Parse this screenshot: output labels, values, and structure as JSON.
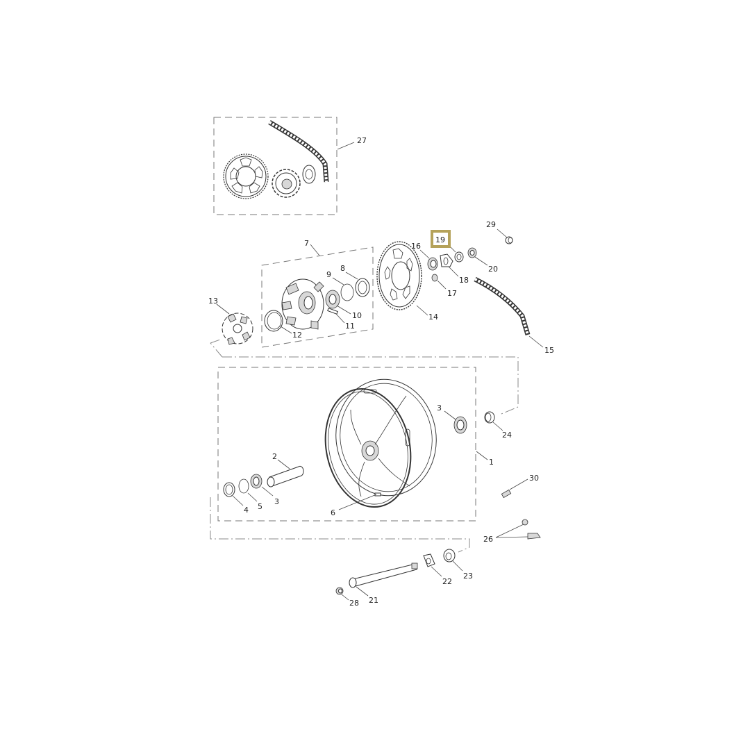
{
  "diagram": {
    "title": "Rear wheel, sprocket and final drive exploded parts diagram",
    "highlighted_part": "19",
    "highlight_color": "#b5a25a",
    "groups": [
      {
        "id": "kit-27",
        "label": "27",
        "contents": [
          "rear sprocket",
          "front sprocket",
          "washer",
          "drive chain"
        ]
      },
      {
        "id": "hub-7",
        "label": "7",
        "contents": [
          "8",
          "9",
          "10",
          "11",
          "12"
        ]
      },
      {
        "id": "wheel-1",
        "label": "1",
        "contents": [
          "2",
          "3",
          "4",
          "5",
          "6",
          "3"
        ]
      }
    ],
    "callouts": [
      {
        "num": "1",
        "part": "rear wheel assembly"
      },
      {
        "num": "2",
        "part": "spacer tube"
      },
      {
        "num": "3",
        "part": "bearing"
      },
      {
        "num": "3",
        "part": "bearing"
      },
      {
        "num": "4",
        "part": "seal"
      },
      {
        "num": "5",
        "part": "circlip"
      },
      {
        "num": "6",
        "part": "balance weight"
      },
      {
        "num": "7",
        "part": "sprocket carrier assembly"
      },
      {
        "num": "8",
        "part": "seal"
      },
      {
        "num": "9",
        "part": "circlip"
      },
      {
        "num": "10",
        "part": "bearing"
      },
      {
        "num": "11",
        "part": "dowel"
      },
      {
        "num": "12",
        "part": "o-ring"
      },
      {
        "num": "13",
        "part": "cush drive rubbers"
      },
      {
        "num": "14",
        "part": "rear sprocket"
      },
      {
        "num": "15",
        "part": "drive chain"
      },
      {
        "num": "16",
        "part": "spacer"
      },
      {
        "num": "17",
        "part": "nut"
      },
      {
        "num": "18",
        "part": "chain adjuster plate"
      },
      {
        "num": "19",
        "part": "washer"
      },
      {
        "num": "20",
        "part": "nut"
      },
      {
        "num": "21",
        "part": "rear axle"
      },
      {
        "num": "22",
        "part": "adjuster block"
      },
      {
        "num": "23",
        "part": "spacer"
      },
      {
        "num": "24",
        "part": "spacer"
      },
      {
        "num": "26",
        "part": "tyre pressure sensor"
      },
      {
        "num": "27",
        "part": "chain and sprocket kit"
      },
      {
        "num": "28",
        "part": "nut"
      },
      {
        "num": "29",
        "part": "cap"
      },
      {
        "num": "30",
        "part": "valve"
      }
    ]
  },
  "labels": {
    "l1": "1",
    "l2": "2",
    "l3a": "3",
    "l3b": "3",
    "l4": "4",
    "l5": "5",
    "l6": "6",
    "l7": "7",
    "l8": "8",
    "l9": "9",
    "l10": "10",
    "l11": "11",
    "l12": "12",
    "l13": "13",
    "l14": "14",
    "l15": "15",
    "l16": "16",
    "l17": "17",
    "l18": "18",
    "l19": "19",
    "l20": "20",
    "l21": "21",
    "l22": "22",
    "l23": "23",
    "l24": "24",
    "l26": "26",
    "l27": "27",
    "l28": "28",
    "l29": "29",
    "l30": "30"
  }
}
